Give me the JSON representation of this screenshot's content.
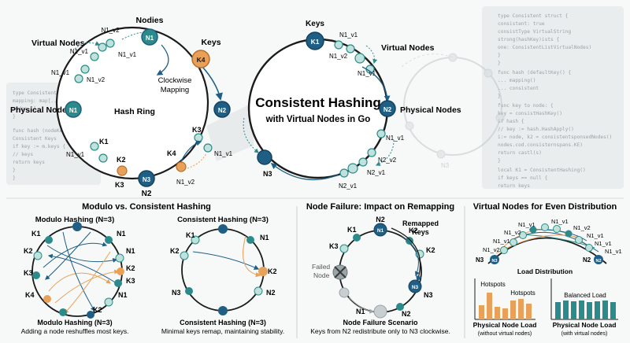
{
  "hero": {
    "title": "Consistent Hashing",
    "subtitle": "with Virtual Nodes in Go",
    "keys_label": "Keys",
    "virtual_nodes_label": "Virtual Nodes",
    "physical_nodes_label": "Physical Nodes",
    "nodes": {
      "k1": "K1",
      "n1_v1_a": "N1_v1",
      "n1_v2": "N1_v2",
      "n2": "N2",
      "n1_v1_b": "N1_v1",
      "n2_v2": "N2_v2",
      "n2_v1": "N2_v1",
      "n3": "N3",
      "n1_v1_c": "N1_v1"
    }
  },
  "left_ring": {
    "title": "Hash Ring",
    "nodies_label": "Nodies",
    "keys_label": "Keys",
    "virtual_nodes_label": "Virtual Nodes",
    "physical_node_label": "Physical Node",
    "clockwise_label_1": "Clockwise",
    "clockwise_label_2": "Mapping",
    "nodes": {
      "n1_top": "N1",
      "k4": "K4",
      "n2": "N2",
      "n3": "N3",
      "n1_left": "N1",
      "n1_v2_a": "N1_v2",
      "n1_v1_a": "N1_v1",
      "n1_v1_b": "N1_v1",
      "n1_v2_b": "N1_v2",
      "k1": "K1",
      "n1_v1_c": "N1_v1",
      "k2": "K2",
      "k3_bottom": "K3",
      "k3_right": "K3",
      "k4_lower": "K4",
      "n1_v1_d": "N1_v1",
      "n1_v2_c": "N1_v2",
      "n2_label": "N2"
    }
  },
  "code_left": [
    "type Consistent struct",
    "  mapping: map[...]",
    "  nodes []",
    "}",
    "",
    "func hash (nodeKey) {",
    "  Consistent Keys",
    "  if key := m.keys {",
    "    // keys",
    "    return keys",
    "  }",
    "}"
  ],
  "code_right": [
    "type Consistent struct {",
    "  consistent: true",
    "  consistType VirtualString",
    "  strong(hashKey)ists {",
    "    one: ConsistentListVirtualNodes)",
    "  }",
    "}",
    "",
    "func hash (defaultKey() {",
    "  ... mapping()",
    "  ... consistent",
    "}",
    "",
    "func key to node: {",
    "  key = consistHashKey()",
    "  if hash {",
    "    // key := hash.HashApply()",
    "    i:= node, k2 = consistentsponsedNodes()",
    "    nodes.cod.consisternspans.KE)",
    "    return castl(s)",
    "  }",
    "",
    "  local K1 = ConsistentHashing()",
    "  if keys == null {",
    "    return keys",
    "  }",
    "}"
  ],
  "code_right_label": "N3",
  "modulo_section": {
    "title": "Modulo vs. Consistent Hashing",
    "modulo_title": "Modulo Hashing (N=3)",
    "consistent_title": "Consistent Hashing (N=3)",
    "modulo_caption_title": "Modulo Hashing (N=3)",
    "modulo_caption": "Adding a node reshuffles most keys.",
    "consistent_caption_title": "Consistent Hashing (N=3)",
    "consistent_caption": "Minimal keys remap, maintaining stability.",
    "modulo_labels": {
      "k1": "K1",
      "n1_top": "N1",
      "k2": "K2",
      "n1_right": "N1",
      "k3": "K3",
      "k2_right": "K2",
      "k3_right": "K3",
      "k4": "K4",
      "n1_bottom": "N1",
      "k2_bottom": "K2"
    },
    "consistent_labels": {
      "k1": "K1",
      "n1": "N1",
      "k2": "K2",
      "k2_right": "K2",
      "n3": "N3",
      "n2": "N2"
    }
  },
  "failure_section": {
    "title": "Node Failure: Impact on Remapping",
    "remapped_label_1": "Remapped",
    "remapped_label_2": "Keys",
    "failed_label_1": "Failed",
    "failed_label_2": "Node",
    "caption_title": "Node Failure Scenario",
    "caption": "Keys from N2 redistribute only to N3 clockwise.",
    "labels": {
      "n2": "N2",
      "n1_node": "N1",
      "k1": "K1",
      "k2": "K2",
      "k3": "K3",
      "k2_right": "K2",
      "n3": "N3",
      "n3_node": "N3",
      "n1": "N1",
      "n2_bottom": "N2"
    }
  },
  "vnodes_section": {
    "title": "Virtual Nodes for Even Distribution",
    "load_title": "Load Distribution",
    "hotspots_1": "Hotspots",
    "hotspots_2": "Hotspots",
    "balanced": "Balanced Load",
    "chart1_title": "Physical Node Load",
    "chart1_sub": "(without virtual nodes)",
    "chart2_title": "Physical Node Load",
    "chart2_sub": "(with virtual nodes)",
    "labels": {
      "n1_v1_a": "N1_v1",
      "n1_v1_b": "N1_v1",
      "n1_v2_a": "N1_v2",
      "n1_v1_c": "N1_v1",
      "n1_v1_d": "N1_v1",
      "n1_v1_e": "N1_v1",
      "n1_v2_b": "N1_v2",
      "n1_v1_f": "N1_v1",
      "n1_v2_c": "N1_v2",
      "n3": "N3",
      "n3_node": "N3",
      "n2": "N2",
      "n2_node": "N2",
      "n1_v2_d": "N1_v2"
    }
  },
  "colors": {
    "teal": "#2c8a8a",
    "navy": "#1f5f85",
    "orange": "#e9a15a",
    "dark": "#1b1b1b"
  }
}
